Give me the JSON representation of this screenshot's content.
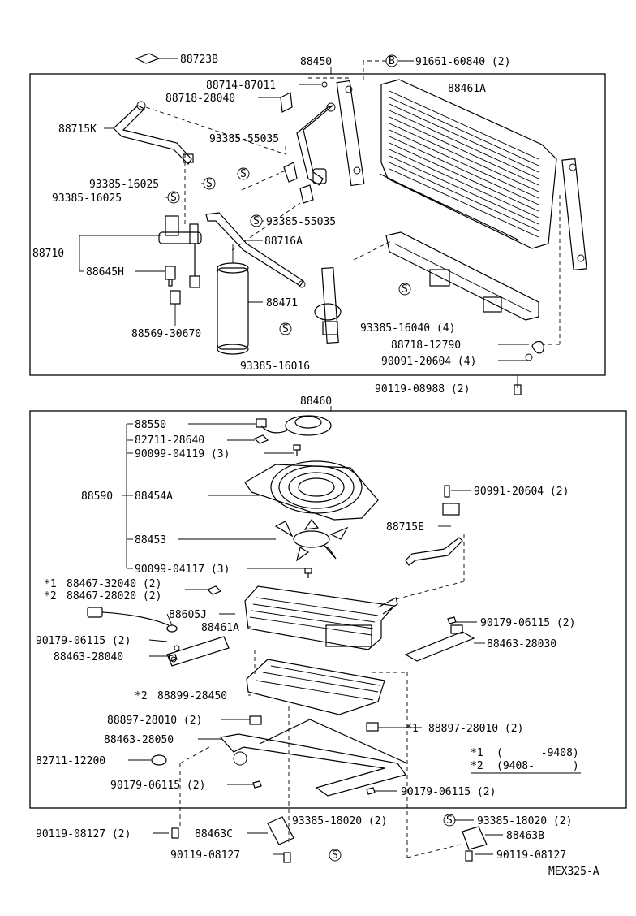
{
  "sheet_id": "MEX325-A",
  "upper_assembly": {
    "assembly_label": "88450",
    "labels": {
      "p88723B": "88723B",
      "p91661": "91661-60840 (2)",
      "p88714": "88714-87011",
      "p88461A_top": "88461A",
      "p88718_28040": "88718-28040",
      "p88715K": "88715K",
      "p93385_55035a": "93385-55035",
      "p93385_16025a": "93385-16025",
      "p93385_16025b": "93385-16025",
      "p93385_55035b": "93385-55035",
      "p88710": "88710",
      "p88716A": "88716A",
      "p88645H": "88645H",
      "p88471": "88471",
      "p93385_16040": "93385-16040 (4)",
      "p88569": "88569-30670",
      "p88718_12790": "88718-12790",
      "p90091_20604_4": "90091-20604 (4)",
      "p93385_16016": "93385-16016",
      "p90119_08988": "90119-08988 (2)"
    }
  },
  "lower_assembly": {
    "assembly_label": "88460",
    "labels": {
      "p88550": "88550",
      "p82711_28640": "82711-28640",
      "p90099_04119": "90099-04119 (3)",
      "p88590": "88590",
      "p88454A": "88454A",
      "p90991_20604": "90991-20604 (2)",
      "p88715E": "88715E",
      "p88453": "88453",
      "p90099_04117": "90099-04117 (3)",
      "p88467_32040": "88467-32040 (2)",
      "p88467_28020": "88467-28020 (2)",
      "p88605J": "88605J",
      "p88461A_low": "88461A",
      "p90179_06115_r": "90179-06115 (2)",
      "p90179_06115_l": "90179-06115 (2)",
      "p88463_28040": "88463-28040",
      "p88463_28030": "88463-28030",
      "p88899_28450": "88899-28450",
      "p88897_28010_l": "88897-28010 (2)",
      "p88897_28010_r": "88897-28010 (2)",
      "p88463_28050": "88463-28050",
      "p82711_12200": "82711-12200",
      "p90179_06115_bl": "90179-06115 (2)",
      "p90179_06115_br": "90179-06115 (2)"
    },
    "markers": {
      "star1": "*1",
      "star2": "*2",
      "s_symbol": "S",
      "b_symbol": "B"
    },
    "legend": {
      "row1_mark": "*1",
      "row1_text": "(      -9408)",
      "row2_mark": "*2",
      "row2_text": "(9408-      )"
    }
  },
  "outside_labels": {
    "p93385_18020_l": "93385-18020 (2)",
    "p93385_18020_r": "93385-18020 (2)",
    "p90119_08127_l": "90119-08127 (2)",
    "p88463C": "88463C",
    "p88463B": "88463B",
    "p90119_08127_b": "90119-08127",
    "p90119_08127_r": "90119-08127"
  }
}
